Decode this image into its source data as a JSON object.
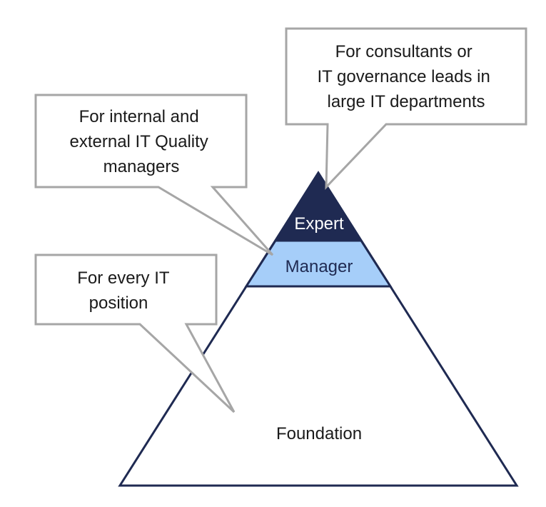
{
  "pyramid": {
    "tiers": [
      {
        "label": "Expert",
        "fill": "#1f2a52",
        "text_color": "#ffffff"
      },
      {
        "label": "Manager",
        "fill": "#a6cef9",
        "text_color": "#1f2a52"
      },
      {
        "label": "Foundation",
        "fill": "#ffffff",
        "text_color": "#1a1a1a"
      }
    ],
    "outline_color": "#1f2a52"
  },
  "callouts": [
    {
      "lines": [
        "For consultants or",
        "IT governance leads in",
        "large IT departments"
      ]
    },
    {
      "lines": [
        "For internal and",
        "external IT Quality",
        "managers"
      ]
    },
    {
      "lines": [
        "For every IT",
        "position"
      ]
    }
  ],
  "callout_border_color": "#a6a6a6"
}
